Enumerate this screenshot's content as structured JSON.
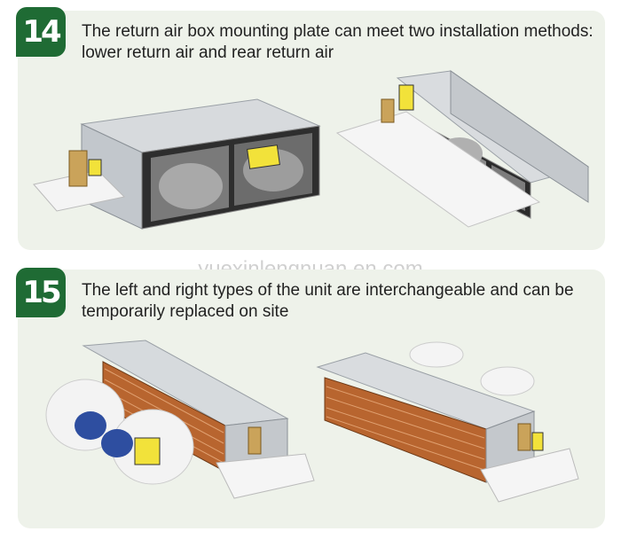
{
  "sections": [
    {
      "number": "14",
      "caption": "The return air box mounting plate can meet two installation methods: lower return air and rear return air"
    },
    {
      "number": "15",
      "caption": "The left and right types of the unit are interchangeable and can be temporarily replaced on site"
    }
  ],
  "watermark": "yuexinlengnuan.en.com",
  "colors": {
    "badge": "#1f6b34",
    "panel": "#eef2ea",
    "copper": "#b8652f",
    "label": "#f2e23a"
  }
}
